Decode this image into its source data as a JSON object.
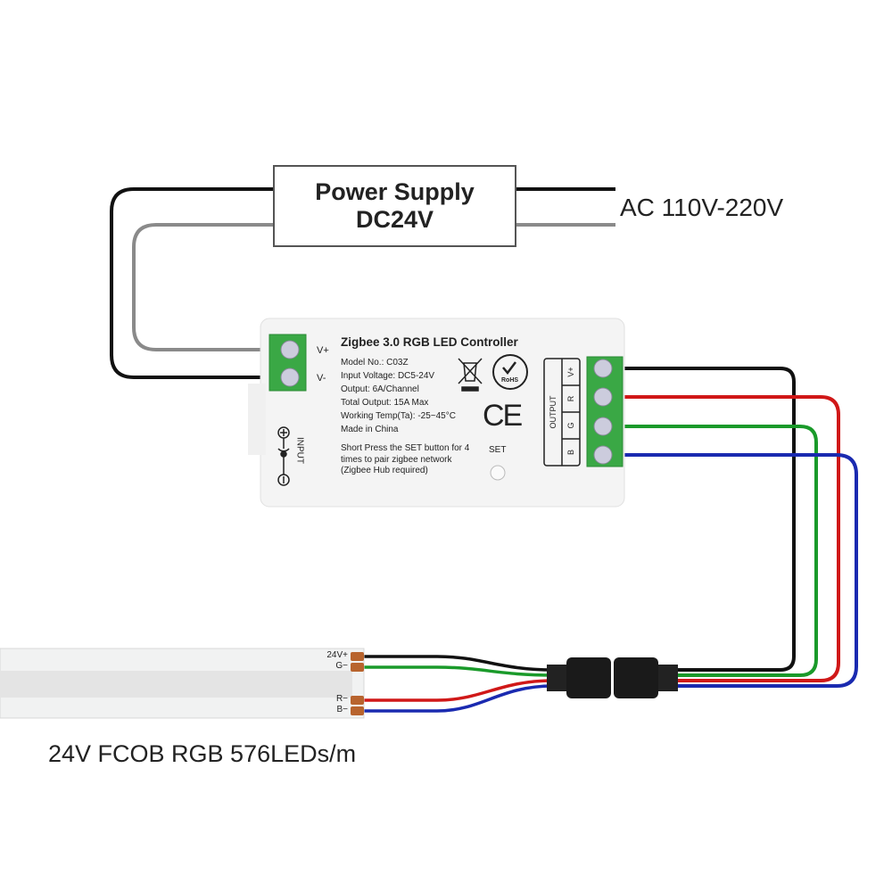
{
  "power_supply": {
    "line1": "Power Supply",
    "line2": "DC24V"
  },
  "ac_label": "AC 110V-220V",
  "controller": {
    "title": "Zigbee 3.0 RGB LED Controller",
    "specs": [
      "Model No.: C03Z",
      "Input Voltage: DC5-24V",
      "Output: 6A/Channel",
      "Total Output: 15A Max",
      "Working Temp(Ta): -25~45°C",
      "Made in China"
    ],
    "instructions": [
      "Short Press the SET button for 4",
      "times to pair zigbee network",
      "(Zigbee Hub required)"
    ],
    "set_label": "SET",
    "input_label": "INPUT",
    "input_terminals": [
      "V+",
      "V-"
    ],
    "output_label": "OUTPUT",
    "output_terminals": [
      "V+",
      "R",
      "G",
      "B"
    ],
    "rohs_label": "RoHS",
    "ce_label": "CE"
  },
  "strip": {
    "pads": [
      "24V+",
      "G−",
      "R−",
      "B−"
    ],
    "caption": "24V FCOB RGB 576LEDs/m"
  },
  "colors": {
    "black": "#111111",
    "gray": "#8a8a8a",
    "red": "#d01818",
    "green": "#1a9a2a",
    "blue": "#1a2ab0",
    "terminal": "#3aa845"
  }
}
